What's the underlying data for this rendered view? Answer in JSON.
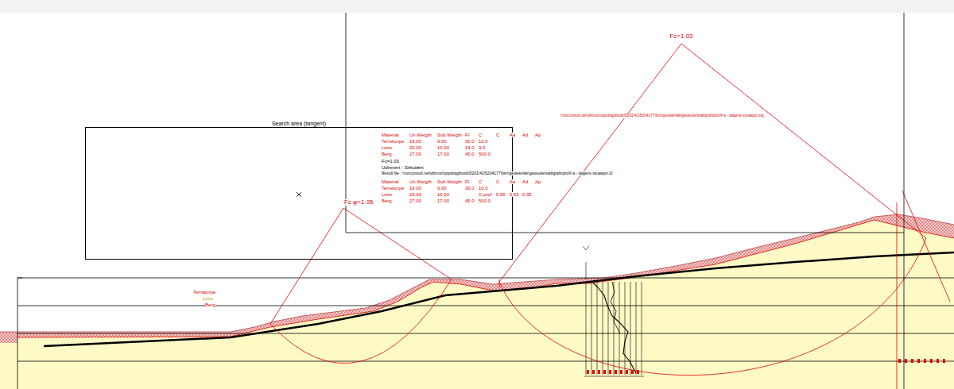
{
  "diagram": {
    "nodes": [
      {
        "text": [
          "Search area (tangent)"
        ]
      }
    ],
    "labels": [
      "Fc=1.03",
      "\\\\norconsult.net\\dfs\\nor\\oppdrag\\bodo\\5201\\41\\5204177\\bim\\geoteknikk\\geosuite\\stabgrafs\\profil a - dagens situasjon.sig",
      "Material",
      "Un.Weigth",
      "Sub.Weigth",
      "FI",
      "C",
      "C",
      "Aa",
      "Ad",
      "Ap",
      "Terrskorpe",
      "19.00",
      "9.00",
      "30.0",
      "10.0",
      "Leire",
      "20.00",
      "10.00",
      "24.0",
      "9.0",
      "Berg",
      "27.00",
      "17.00",
      "45.0",
      "500.0",
      "Fc=1.03",
      "Udrenert - Sirkulært",
      "Result file : \\\\norconsult.net\\dfs\\nor\\oppdrag\\bodo\\5201\\41\\5204177\\bim\\geoteknikk\\geosuite\\stabgrafs\\profil a - dagens situasjon.f2",
      "Material",
      "Un.Weigth",
      "Sub.Weigth",
      "FI",
      "C",
      "C",
      "Aa",
      "Ad",
      "Ap",
      "Terrskorpe",
      "19.00",
      "9.00",
      "30.0",
      "10.0",
      "Leire",
      "20.00",
      "10.00",
      "C-prof",
      "0.65",
      "0.63",
      "0.35",
      "Berg",
      "27.00",
      "17.00",
      "45.0",
      "500.0",
      "Fc φ=1.95",
      "Terrskorpe",
      "Leire",
      "Berg"
    ]
  }
}
